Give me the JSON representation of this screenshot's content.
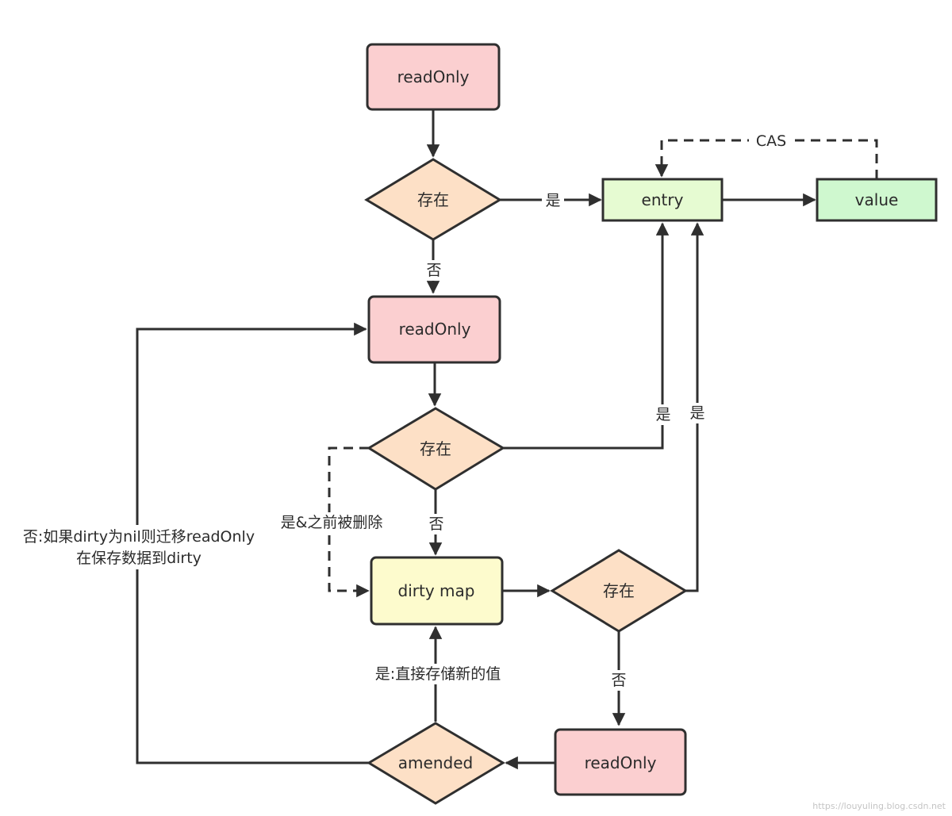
{
  "colors": {
    "read_only_fill": "#fbcfd0",
    "decision_fill": "#fde0c6",
    "entry_fill": "#e6fbd2",
    "value_fill": "#cff8cf",
    "dirty_map_fill": "#fdfbcd",
    "stroke": "#2f2f2f"
  },
  "nodes": {
    "read_only_1": "readOnly",
    "exists_1": "存在",
    "entry": "entry",
    "value": "value",
    "read_only_2": "readOnly",
    "exists_2": "存在",
    "dirty_map": "dirty map",
    "exists_3": "存在",
    "read_only_3": "readOnly",
    "amended": "amended"
  },
  "edges": {
    "cas": "CAS",
    "exists_1_yes": "是",
    "exists_1_no": "否",
    "exists_2_yes": "是",
    "exists_3_yes": "是",
    "exists_2_no": "否",
    "deleted_before": "是&之前被删除",
    "exists_3_no": "否",
    "amended_yes": "是:直接存储新的值",
    "amended_no_line1": "否:如果dirty为nil则迁移readOnly",
    "amended_no_line2": "在保存数据到dirty"
  },
  "watermark": "https://louyuling.blog.csdn.net"
}
